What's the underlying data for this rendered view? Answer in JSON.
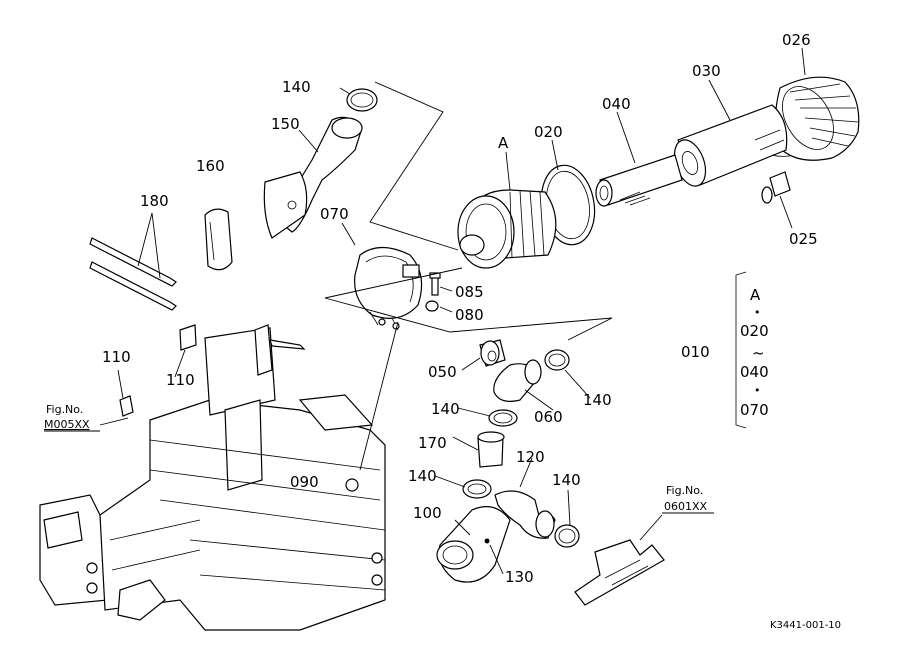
{
  "diagram": {
    "drawing_number": "K3441-001-10",
    "parts": [
      {
        "id": "p026",
        "label": "026"
      },
      {
        "id": "p030",
        "label": "030"
      },
      {
        "id": "p040",
        "label": "040"
      },
      {
        "id": "p020",
        "label": "020"
      },
      {
        "id": "pA",
        "label": "A"
      },
      {
        "id": "p025",
        "label": "025"
      },
      {
        "id": "p140a",
        "label": "140"
      },
      {
        "id": "p150",
        "label": "150"
      },
      {
        "id": "p160",
        "label": "160"
      },
      {
        "id": "p180",
        "label": "180"
      },
      {
        "id": "p070",
        "label": "070"
      },
      {
        "id": "p085",
        "label": "085"
      },
      {
        "id": "p080",
        "label": "080"
      },
      {
        "id": "p110a",
        "label": "110"
      },
      {
        "id": "p110b",
        "label": "110"
      },
      {
        "id": "p050",
        "label": "050"
      },
      {
        "id": "p060",
        "label": "060"
      },
      {
        "id": "p140b",
        "label": "140"
      },
      {
        "id": "p140c",
        "label": "140"
      },
      {
        "id": "p170",
        "label": "170"
      },
      {
        "id": "p120",
        "label": "120"
      },
      {
        "id": "p140d",
        "label": "140"
      },
      {
        "id": "p140e",
        "label": "140"
      },
      {
        "id": "p100",
        "label": "100"
      },
      {
        "id": "p130",
        "label": "130"
      },
      {
        "id": "p090",
        "label": "090"
      }
    ],
    "assembly_group": {
      "label": "010",
      "items": [
        "A",
        "020",
        "040",
        "070"
      ],
      "separator_dot": "•",
      "range_symbol": "~"
    },
    "fig_refs": [
      {
        "title": "Fig.No.",
        "code": "M005XX"
      },
      {
        "title": "Fig.No.",
        "code": "0601XX"
      }
    ]
  }
}
